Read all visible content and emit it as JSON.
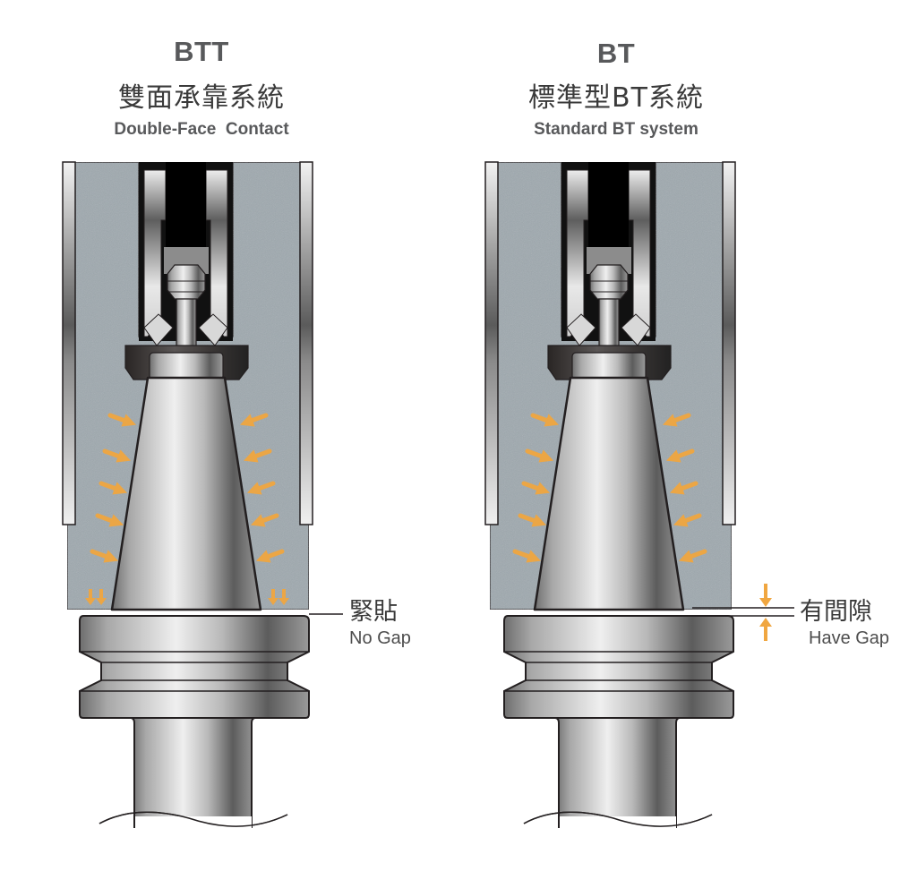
{
  "left_panel": {
    "code": "BTT",
    "title_zh": "雙面承靠系統",
    "title_en": "Double-Face  Contact",
    "callout_zh": "緊貼",
    "callout_en": "No Gap",
    "has_gap": false
  },
  "right_panel": {
    "code": "BT",
    "title_zh": "標準型BT系統",
    "title_en": "Standard BT system",
    "callout_zh": "有間隙",
    "callout_en": "Have Gap",
    "has_gap": true
  },
  "colors": {
    "housing": "#9ea8ae",
    "arrow": "#f0a640",
    "outline": "#231f20",
    "title_text": "#58595b",
    "steel_light": "#eeeeee",
    "steel_dark": "#5a5a5a"
  },
  "icons": {
    "force_arrow": "orange-force-arrow-icon",
    "gap_indicator": "gap-arrows-icon"
  }
}
